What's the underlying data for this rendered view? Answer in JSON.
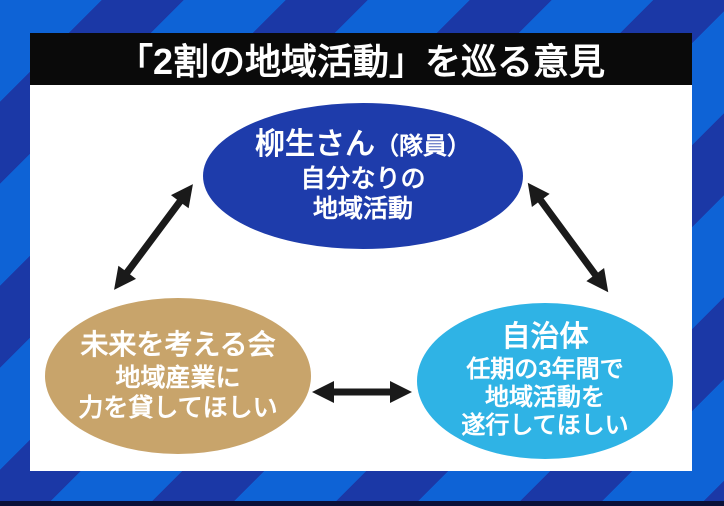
{
  "title": "「2割の地域活動」を巡る意見",
  "nodes": {
    "yagyu": {
      "name": "柳生さん",
      "suffix": "（隊員）",
      "lines": [
        "自分なりの",
        "地域活動"
      ],
      "bg_color": "#1e3cab"
    },
    "mirai": {
      "name": "未来を考える会",
      "lines": [
        "地域産業に",
        "力を貸してほしい"
      ],
      "bg_color": "#c8a46b"
    },
    "muni": {
      "name": "自治体",
      "lines": [
        "任期の3年間で",
        "地域活動を",
        "遂行してほしい"
      ],
      "bg_color": "#2fb3e5"
    }
  },
  "edges": [
    {
      "from": "yagyu",
      "to": "mirai",
      "type": "bidirectional"
    },
    {
      "from": "yagyu",
      "to": "muni",
      "type": "bidirectional"
    },
    {
      "from": "mirai",
      "to": "muni",
      "type": "bidirectional"
    }
  ],
  "colors": {
    "border_stripe_bright": "#0e63d6",
    "border_stripe_dark": "#1b38a6",
    "title_bar_bg": "#0a0a0a",
    "title_text": "#ffffff",
    "canvas_bg": "#ffffff",
    "node_text": "#ffffff",
    "arrow": "#1a1a1a",
    "bottom_bar": "#0a1038"
  }
}
